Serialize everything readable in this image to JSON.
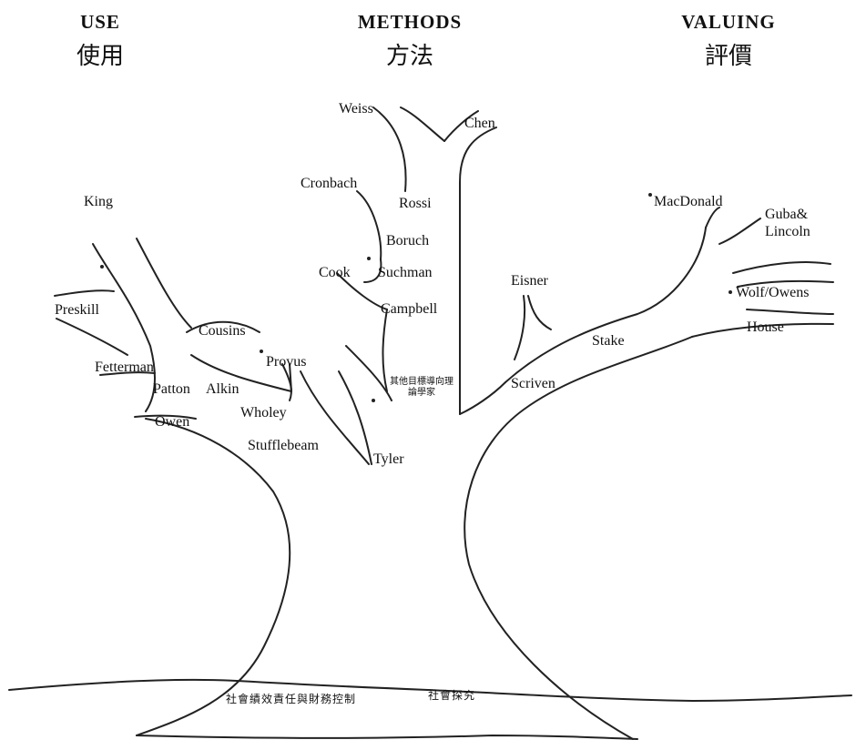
{
  "headers": {
    "use": {
      "en": "USE",
      "zh": "使用"
    },
    "methods": {
      "en": "METHODS",
      "zh": "方法"
    },
    "valuing": {
      "en": "VALUING",
      "zh": "評價"
    }
  },
  "names": {
    "weiss": "Weiss",
    "chen": "Chen",
    "cronbach": "Cronbach",
    "rossi": "Rossi",
    "boruch": "Boruch",
    "cook": "Cook",
    "suchman": "Suchman",
    "campbell": "Campbell",
    "other_theorists": "其他目標導向理論學家",
    "tyler": "Tyler",
    "king": "King",
    "preskill": "Preskill",
    "cousins": "Cousins",
    "provus": "Provus",
    "fetterman": "Fetterman",
    "patton": "Patton",
    "alkin": "Alkin",
    "wholey": "Wholey",
    "owen": "Owen",
    "stufflebeam": "Stufflebeam",
    "eisner": "Eisner",
    "scriven": "Scriven",
    "stake": "Stake",
    "macdonald": "MacDonald",
    "guba_lincoln": "Guba& Lincoln",
    "wolf_owens": "Wolf/Owens",
    "house": "House"
  },
  "roots": {
    "left": "社會績效責任與財務控制",
    "right": "社會探究"
  }
}
